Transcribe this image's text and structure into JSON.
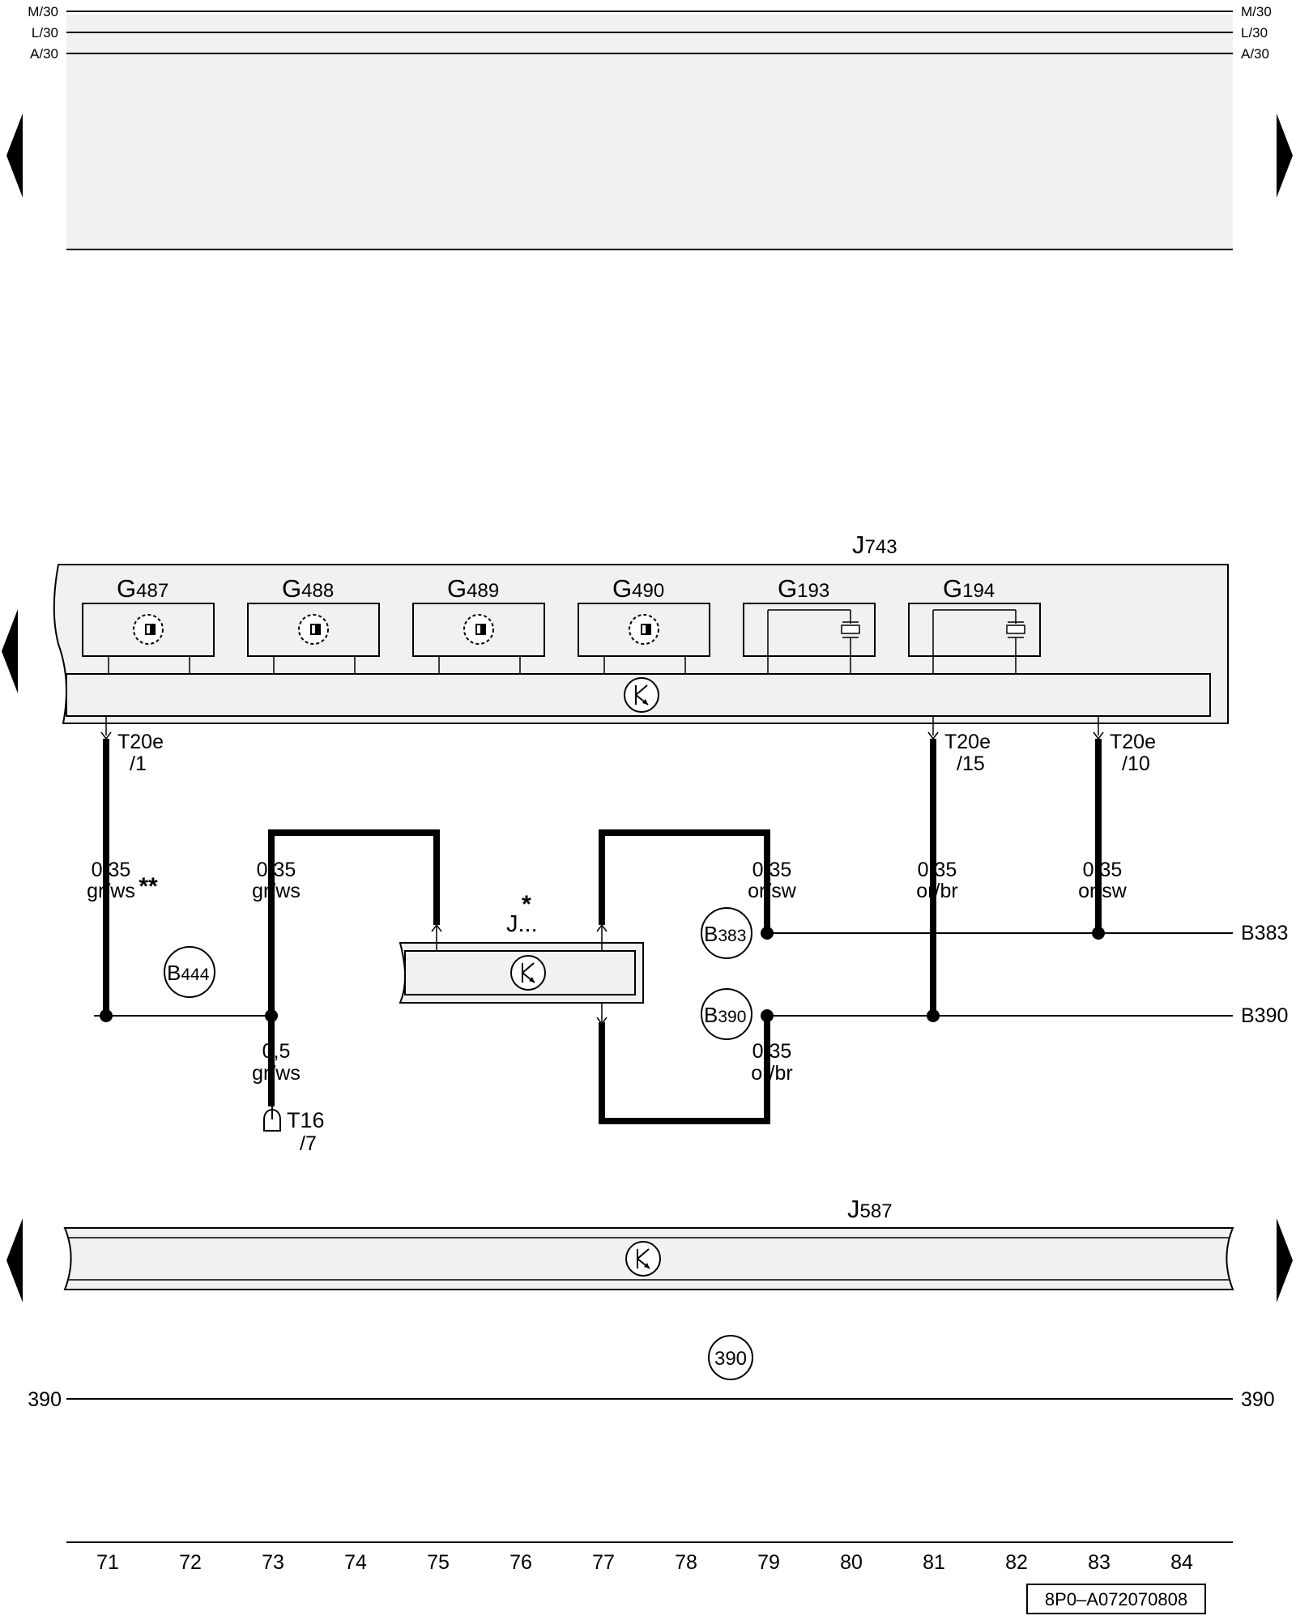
{
  "bus_lines": {
    "m": "M/30",
    "l": "L/30",
    "a": "A/30"
  },
  "modules": {
    "j743": {
      "letter": "J",
      "number": "743"
    },
    "j587": {
      "letter": "J",
      "number": "587"
    },
    "j_unknown": {
      "label": "J...",
      "asterisk": "*"
    }
  },
  "sensors": [
    {
      "letter": "G",
      "number": "487"
    },
    {
      "letter": "G",
      "number": "488"
    },
    {
      "letter": "G",
      "number": "489"
    },
    {
      "letter": "G",
      "number": "490"
    },
    {
      "letter": "G",
      "number": "193"
    },
    {
      "letter": "G",
      "number": "194"
    }
  ],
  "connectors": [
    {
      "name": "T20e",
      "pin": "/1"
    },
    {
      "name": "T20e",
      "pin": "/15"
    },
    {
      "name": "T20e",
      "pin": "/10"
    },
    {
      "name": "T16",
      "pin": "/7"
    }
  ],
  "wires": {
    "w71": {
      "size": "0,35",
      "color": "gr/ws",
      "mark": "**"
    },
    "w73_upper": {
      "size": "0,35",
      "color": "gr/ws"
    },
    "w73_lower": {
      "size": "0,5",
      "color": "gr/ws"
    },
    "w79_upper": {
      "size": "0,35",
      "color": "or/sw"
    },
    "w79_lower": {
      "size": "0,35",
      "color": "or/br"
    },
    "w81": {
      "size": "0,35",
      "color": "or/br"
    },
    "w83": {
      "size": "0,35",
      "color": "or/sw"
    }
  },
  "nodes": {
    "b444": {
      "letter": "B",
      "number": "444"
    },
    "b383": {
      "letter": "B",
      "number": "383"
    },
    "b390": {
      "letter": "B",
      "number": "390"
    },
    "ground": "390"
  },
  "line_labels": {
    "b383": "B383",
    "b390": "B390",
    "ground": "390"
  },
  "ruler": [
    "71",
    "72",
    "73",
    "74",
    "75",
    "76",
    "77",
    "78",
    "79",
    "80",
    "81",
    "82",
    "83",
    "84"
  ],
  "reference": "8P0–A072070808",
  "colors": {
    "fill": "#f1f1f1",
    "line": "#000000",
    "background": "#ffffff"
  }
}
